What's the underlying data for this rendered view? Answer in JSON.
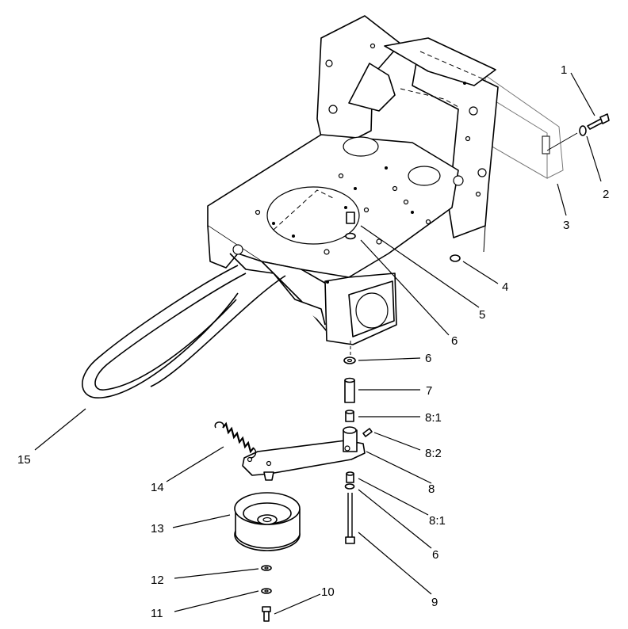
{
  "diagram": {
    "callouts": [
      {
        "id": "c1",
        "label": "1"
      },
      {
        "id": "c2",
        "label": "2"
      },
      {
        "id": "c3",
        "label": "3"
      },
      {
        "id": "c4",
        "label": "4"
      },
      {
        "id": "c5",
        "label": "5"
      },
      {
        "id": "c6a",
        "label": "6"
      },
      {
        "id": "c6b",
        "label": "6"
      },
      {
        "id": "c7",
        "label": "7"
      },
      {
        "id": "c81a",
        "label": "8:1"
      },
      {
        "id": "c82",
        "label": "8:2"
      },
      {
        "id": "c8",
        "label": "8"
      },
      {
        "id": "c81b",
        "label": "8:1"
      },
      {
        "id": "c6c",
        "label": "6"
      },
      {
        "id": "c9",
        "label": "9"
      },
      {
        "id": "c10",
        "label": "10"
      },
      {
        "id": "c11",
        "label": "11"
      },
      {
        "id": "c12",
        "label": "12"
      },
      {
        "id": "c13",
        "label": "13"
      },
      {
        "id": "c14",
        "label": "14"
      },
      {
        "id": "c15",
        "label": "15"
      }
    ]
  }
}
